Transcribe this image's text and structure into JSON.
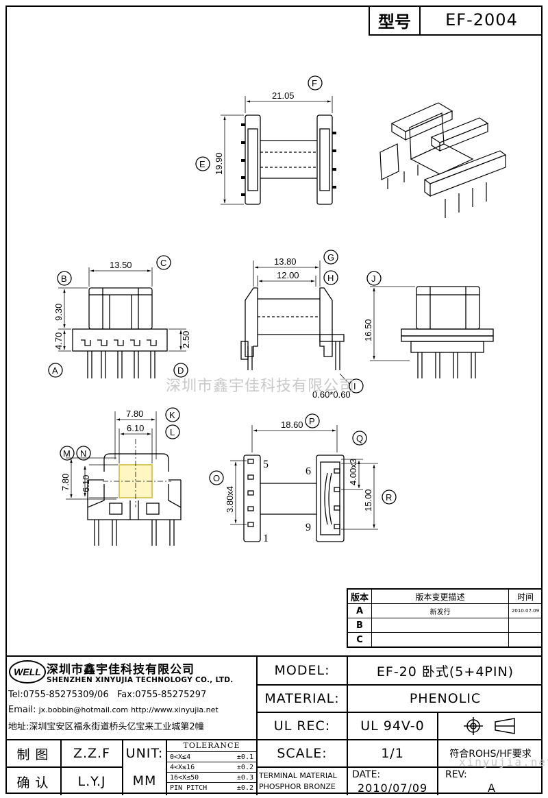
{
  "header": {
    "model_label": "型号",
    "model_value": "EF-2004"
  },
  "watermark": {
    "company": "深圳市鑫宇佳科技有限公司",
    "site": "xinyujia.net"
  },
  "dimensions": {
    "F": "21.05",
    "E": "19.90",
    "C": "13.50",
    "B": "9.30",
    "A": "4.70",
    "D": "2.50",
    "G": "13.80",
    "H": "12.00",
    "I": "0.60*0.60",
    "J": "16.50",
    "K": "7.80",
    "L": "6.10",
    "M": "7.80",
    "N": "6.10",
    "P": "18.60",
    "Q": "4.00x3",
    "O": "3.80x4",
    "R": "15.00"
  },
  "letters": {
    "A": "A",
    "B": "B",
    "C": "C",
    "D": "D",
    "E": "E",
    "F": "F",
    "G": "G",
    "H": "H",
    "I": "I",
    "J": "J",
    "K": "K",
    "L": "L",
    "M": "M",
    "N": "N",
    "O": "O",
    "P": "P",
    "Q": "Q",
    "R": "R"
  },
  "pins": {
    "p5": "5",
    "p1": "1",
    "p6": "6",
    "p9": "9"
  },
  "revision": {
    "headers": [
      "版本",
      "版本变更描述",
      "时间"
    ],
    "rows": [
      {
        "ver": "A",
        "desc": "新发行",
        "date": "2010.07.09"
      },
      {
        "ver": "B",
        "desc": "",
        "date": ""
      },
      {
        "ver": "C",
        "desc": "",
        "date": ""
      }
    ]
  },
  "company": {
    "logo": "WELL",
    "name_cn": "深圳市鑫宇佳科技有限公司",
    "name_en": "SHENZHEN XINYUJIA TECHNOLOGY CO., LTD.",
    "tel": "Tel:0755-85275309/06",
    "fax": "Fax:0755-85275297",
    "email_label": "Email:",
    "email": "jx.bobbin@hotmail.com",
    "web": "http://www.xinyujia.net",
    "address": "地址:深圳宝安区福永街道桥头亿宝来工业城第2幢"
  },
  "title_block": {
    "model_label": "MODEL:",
    "model_value": "EF-20 卧式(5+4PIN)",
    "material_label": "MATERIAL:",
    "material_value": "PHENOLIC",
    "ulrec_label": "UL REC:",
    "ulrec_value": "UL 94V-0",
    "scale_label": "SCALE:",
    "scale_value": "1/1",
    "rohs": "符合ROHS/HF要求",
    "terminal_material_1": "TERMINAL MATERIAL",
    "terminal_material_2": "PHOSPHOR BRONZE",
    "date_label": "DATE:",
    "date_value": "2010/07/09",
    "rev_label": "REV:",
    "rev_value": "A",
    "drawn_label": "制 图",
    "drawn_value": "Z.Z.F",
    "checked_label": "确 认",
    "checked_value": "L.Y.J",
    "unit_label": "UNIT:",
    "unit_value": "MM",
    "tolerance_title": "TOLERANCE",
    "tolerance": [
      {
        "range": "0<X≤4",
        "tol": "±0.1"
      },
      {
        "range": "4<X≤16",
        "tol": "±0.2"
      },
      {
        "range": "16<X≤50",
        "tol": "±0.3"
      },
      {
        "range": "PIN PITCH",
        "tol": "±0.2"
      }
    ]
  }
}
